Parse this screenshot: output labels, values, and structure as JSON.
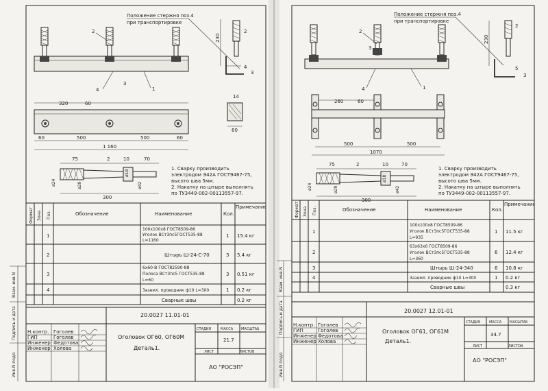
{
  "sheets": [
    {
      "callout": {
        "line1": "Положение стержня поз.4",
        "line2": "при транспортировке"
      },
      "dims": {
        "d230": "230",
        "d320": "320",
        "d60": "60",
        "d500a": "500",
        "d500b": "500",
        "d60b": "60",
        "d60c": "60",
        "d1160": "1 160",
        "d14": "14",
        "d60d": "60",
        "d75": "75",
        "d2": "2",
        "d10": "10",
        "d70": "70",
        "d300": "300",
        "p24": "ø24",
        "p29": "ø29",
        "p18": "ø18",
        "p42": "ø42"
      },
      "marks": {
        "m1": "1",
        "m2": "2",
        "m3": "3",
        "m4": "4",
        "m4b": "4",
        "m3b": "3",
        "m2b": "2"
      },
      "notes": [
        "1. Сварку производить",
        "электродом Э42А ГОСТ9467-75,",
        "высото шва 5мм.",
        "2. Накатку на штыре выполнять",
        "по ТУ3449-002-00113557-97."
      ],
      "table": {
        "headers": {
          "format": "Формат",
          "zone": "Зона",
          "pos": "Поз.",
          "designation": "Обозначение",
          "name": "Наименование",
          "qty": "Кол.",
          "note": "Примечание"
        },
        "rows": [
          {
            "pos": "1",
            "name_lines": [
              "100x100x8 ГОСТ8509-86",
              "Уголок ВСт3пс5ГОСТ535-88",
              "L=1160"
            ],
            "qty": "1",
            "note": "15.4 кг"
          },
          {
            "pos": "2",
            "name_lines": [
              "Штырь Ш-24-С-70"
            ],
            "qty": "3",
            "note": "5.4 кг"
          },
          {
            "pos": "3",
            "name_lines": [
              "6х60-В ГОСТ82590-88",
              "Полоса ВСт3пс5 ГОСТ535-88",
              "L=60"
            ],
            "qty": "3",
            "note": "0.51 кг"
          },
          {
            "pos": "4",
            "name_lines": [
              "Заземл. проводник ф10 L=300"
            ],
            "qty": "1",
            "note": "0.2 кг"
          },
          {
            "pos": "",
            "name_lines": [
              "Сварные швы"
            ],
            "qty": "",
            "note": "0.2 кг"
          }
        ]
      },
      "side_labels": [
        "Взам. инв.N",
        "Подпись и дата",
        "Инв.N подл."
      ],
      "titleblock": {
        "code": "20.0027 11.01-01",
        "roles": [
          "Н.контр.",
          "ГИП",
          "Инженер",
          "Инженер"
        ],
        "names": [
          "Гоголев",
          "Гоголев",
          "Федотова",
          "Холова"
        ],
        "title1": "Оголовок ОГ60, ОГ60М",
        "title2": "Деталь1.",
        "col_stage": "СТАДИЯ",
        "col_mass": "МАССА",
        "col_scale": "МАСШТАБ",
        "mass": "21.7",
        "col_sheet": "ЛИСТ",
        "col_sheets": "ЛИСТОВ",
        "org": "АО \"РОСЭП\""
      }
    },
    {
      "callout": {
        "line1": "Положение стержня поз.4",
        "line2": "при транспортировке"
      },
      "dims": {
        "d230": "230",
        "d260": "260",
        "d60": "60",
        "d500a": "500",
        "d500b": "500",
        "d1070": "1070",
        "d75": "75",
        "d2": "2",
        "d10": "10",
        "d70": "70",
        "d300": "300",
        "p24": "ø24",
        "p29": "ø29",
        "p18": "ø18",
        "p42": "ø42"
      },
      "marks": {
        "m1": "1",
        "m2": "2",
        "m3": "3",
        "m4": "4",
        "m2b": "2",
        "m5": "5",
        "m3b": "3"
      },
      "notes": [
        "1. Сварку производить",
        "электродом Э42А ГОСТ9467-75,",
        "высото шва 5мм.",
        "2. Накатку на штыре выполнять",
        "по ТУ3449-002-00113557-97."
      ],
      "table": {
        "headers": {
          "format": "Формат",
          "zone": "Зона",
          "pos": "Поз.",
          "designation": "Обозначение",
          "name": "Наименование",
          "qty": "Кол.",
          "note": "Примечание"
        },
        "rows": [
          {
            "pos": "1",
            "name_lines": [
              "100x100x8 ГОСТ8509-86",
              "Уголок ВСт3пс5ГОСТ535-88",
              "L=935"
            ],
            "qty": "1",
            "note": "11.5 кг"
          },
          {
            "pos": "2",
            "name_lines": [
              "63x63x6 ГОСТ8509-86",
              "Уголок ВСт3пс5ГОСТ535-88",
              "L=360"
            ],
            "qty": "6",
            "note": "12.4 кг"
          },
          {
            "pos": "3",
            "name_lines": [
              "Штырь Ш-24-340"
            ],
            "qty": "6",
            "note": "10.8 кг"
          },
          {
            "pos": "4",
            "name_lines": [
              "Заземл. проводник ф10 L=300"
            ],
            "qty": "1",
            "note": "0.2 кг"
          },
          {
            "pos": "",
            "name_lines": [
              "Сварные швы"
            ],
            "qty": "",
            "note": "0.3 кг"
          }
        ]
      },
      "side_labels": [
        "Взам. инв.N",
        "Подпись и дата",
        "Инв.N подл."
      ],
      "titleblock": {
        "code": "20.0027 12.01-01",
        "roles": [
          "Н.контр.",
          "ГИП",
          "Инженер",
          "Инженер"
        ],
        "names": [
          "Гоголев",
          "Гоголев",
          "Федотова",
          "Холова"
        ],
        "title1": "Оголовок ОГ61, ОГ61М",
        "title2": "Деталь1.",
        "col_stage": "СТАДИЯ",
        "col_mass": "МАССА",
        "col_scale": "МАСШТАБ",
        "mass": "34.7",
        "col_sheet": "ЛИСТ",
        "col_sheets": "ЛИСТОВ",
        "org": "АО \"РОСЭП\""
      }
    }
  ]
}
